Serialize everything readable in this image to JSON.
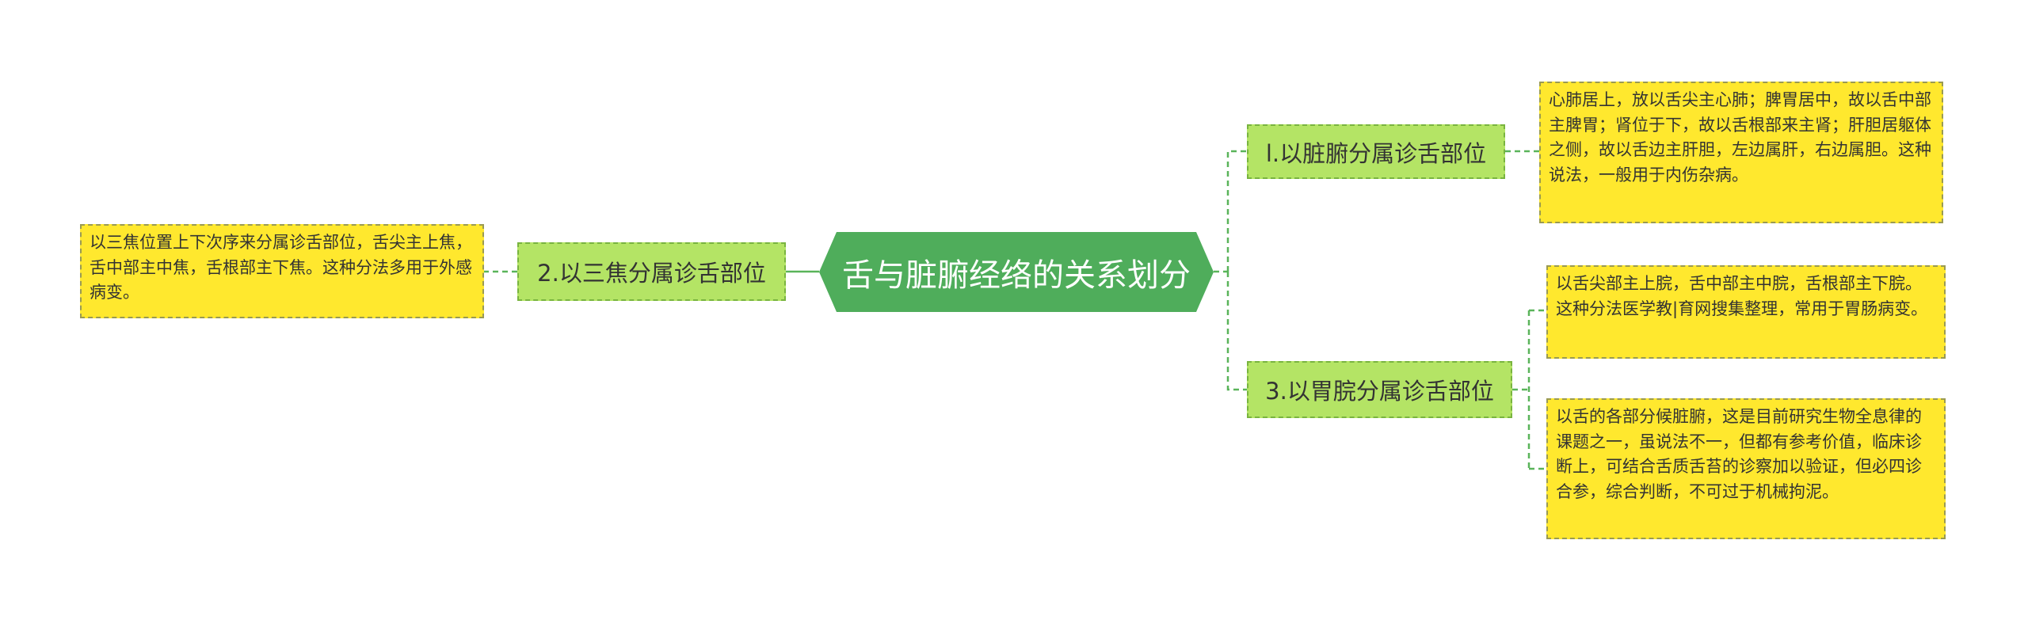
{
  "colors": {
    "root_fill": "#4fad5b",
    "branch_fill": "#b4e465",
    "branch_border": "#79b43f",
    "leaf_fill": "#ffe82e",
    "leaf_border": "#9a9a52",
    "connector": "#5ab45a"
  },
  "root": {
    "title": "舌与脏腑经络的关系划分"
  },
  "branches": [
    {
      "label": "l.以脏腑分属诊舌部位",
      "notes": [
        "心肺居上，放以舌尖主心肺；脾胃居中，故以舌中部主脾胃；肾位于下，故以舌根部来主肾；肝胆居躯体之侧，故以舌边主肝胆，左边属肝，右边属胆。这种说法，一般用于内伤杂病。"
      ]
    },
    {
      "label": "2.以三焦分属诊舌部位",
      "notes": [
        "以三焦位置上下次序来分属诊舌部位，舌尖主上焦，舌中部主中焦，舌根部主下焦。这种分法多用于外感病变。"
      ]
    },
    {
      "label": "3.以胃脘分属诊舌部位",
      "notes": [
        "以舌尖部主上脘，舌中部主中脘，舌根部主下脘。这种分法医学教|育网搜集整理，常用于胃肠病变。",
        "以舌的各部分候脏腑，这是目前研究生物全息律的课题之一，虽说法不一，但都有参考价值，临床诊断上，可结合舌质舌苔的诊察加以验证，但必四诊合参，综合判断，不可过于机械拘泥。"
      ]
    }
  ]
}
